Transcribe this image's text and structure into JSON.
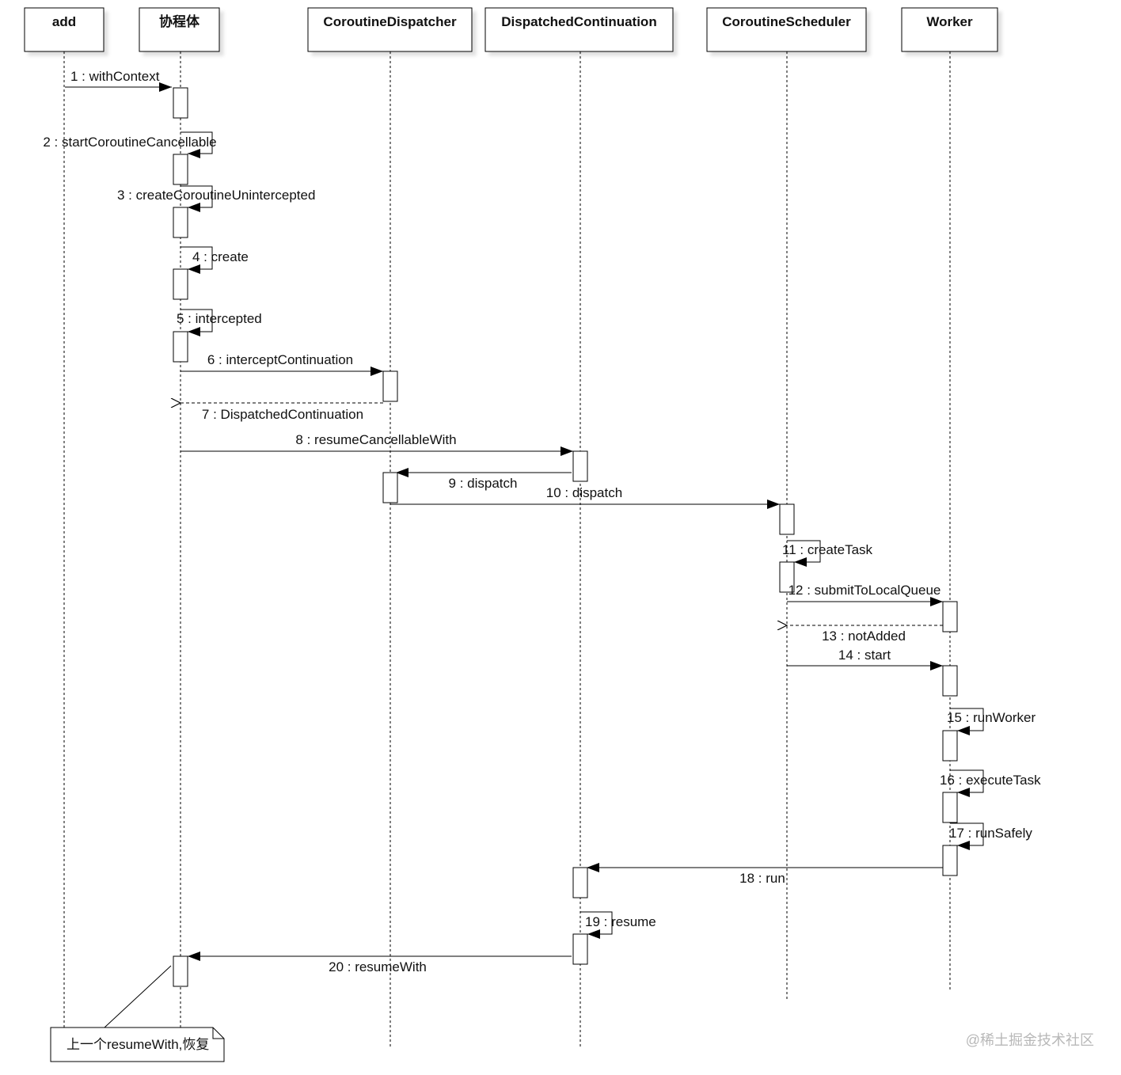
{
  "diagram": {
    "actors": [
      {
        "id": "add",
        "label": "add"
      },
      {
        "id": "coroutine",
        "label": "协程体"
      },
      {
        "id": "dispatcher",
        "label": "CoroutineDispatcher"
      },
      {
        "id": "dcont",
        "label": "DispatchedContinuation"
      },
      {
        "id": "scheduler",
        "label": "CoroutineScheduler"
      },
      {
        "id": "worker",
        "label": "Worker"
      }
    ],
    "messages": [
      {
        "n": 1,
        "label": "1 : withContext",
        "from": "add",
        "to": "coroutine",
        "kind": "call"
      },
      {
        "n": 2,
        "label": "2 : startCoroutineCancellable",
        "from": "coroutine",
        "to": "coroutine",
        "kind": "self"
      },
      {
        "n": 3,
        "label": "3 : createCoroutineUnintercepted",
        "from": "coroutine",
        "to": "coroutine",
        "kind": "self"
      },
      {
        "n": 4,
        "label": "4 : create",
        "from": "coroutine",
        "to": "coroutine",
        "kind": "self"
      },
      {
        "n": 5,
        "label": "5 : intercepted",
        "from": "coroutine",
        "to": "coroutine",
        "kind": "self"
      },
      {
        "n": 6,
        "label": "6 : interceptContinuation",
        "from": "coroutine",
        "to": "dispatcher",
        "kind": "call"
      },
      {
        "n": 7,
        "label": "7 : DispatchedContinuation",
        "from": "dispatcher",
        "to": "coroutine",
        "kind": "return"
      },
      {
        "n": 8,
        "label": "8 : resumeCancellableWith",
        "from": "coroutine",
        "to": "dcont",
        "kind": "call"
      },
      {
        "n": 9,
        "label": "9 : dispatch",
        "from": "dcont",
        "to": "dispatcher",
        "kind": "call"
      },
      {
        "n": 10,
        "label": "10 : dispatch",
        "from": "dispatcher",
        "to": "scheduler",
        "kind": "call"
      },
      {
        "n": 11,
        "label": "11 : createTask",
        "from": "scheduler",
        "to": "scheduler",
        "kind": "self"
      },
      {
        "n": 12,
        "label": "12 : submitToLocalQueue",
        "from": "scheduler",
        "to": "worker",
        "kind": "call"
      },
      {
        "n": 13,
        "label": "13 : notAdded",
        "from": "worker",
        "to": "scheduler",
        "kind": "return"
      },
      {
        "n": 14,
        "label": "14 : start",
        "from": "scheduler",
        "to": "worker",
        "kind": "call"
      },
      {
        "n": 15,
        "label": "15 : runWorker",
        "from": "worker",
        "to": "worker",
        "kind": "self"
      },
      {
        "n": 16,
        "label": "16 : executeTask",
        "from": "worker",
        "to": "worker",
        "kind": "self"
      },
      {
        "n": 17,
        "label": "17 : runSafely",
        "from": "worker",
        "to": "worker",
        "kind": "self"
      },
      {
        "n": 18,
        "label": "18 : run",
        "from": "worker",
        "to": "dcont",
        "kind": "call"
      },
      {
        "n": 19,
        "label": "19 : resume",
        "from": "dcont",
        "to": "dcont",
        "kind": "self"
      },
      {
        "n": 20,
        "label": "20 : resumeWith",
        "from": "dcont",
        "to": "coroutine",
        "kind": "call"
      }
    ],
    "note": "上一个resumeWith,恢复"
  },
  "watermark": "@稀土掘金技术社区",
  "colors": {
    "line": "#000000",
    "text": "#111111",
    "box_fill": "#ffffff",
    "watermark": "#b8b8b8"
  }
}
